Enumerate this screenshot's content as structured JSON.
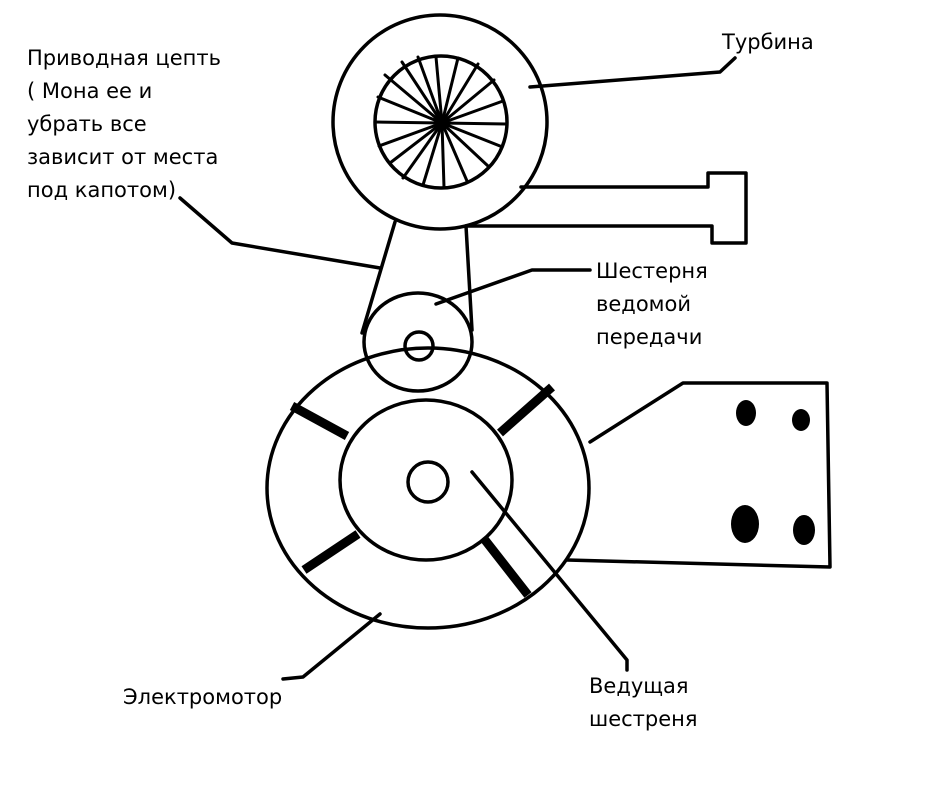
{
  "labels": {
    "drive_chain": [
      "Приводная цепть",
      "( Мона ее и",
      "убрать все",
      "зависит от места",
      "под капотом)"
    ],
    "turbine": [
      "Турбина"
    ],
    "driven_gear": [
      "Шестерня",
      "ведомой",
      "передачи"
    ],
    "motor": [
      "Электромотор"
    ],
    "drive_gear": [
      "Ведущая",
      "шестреня"
    ]
  },
  "colors": {
    "line": "#000000",
    "background": "#ffffff"
  }
}
